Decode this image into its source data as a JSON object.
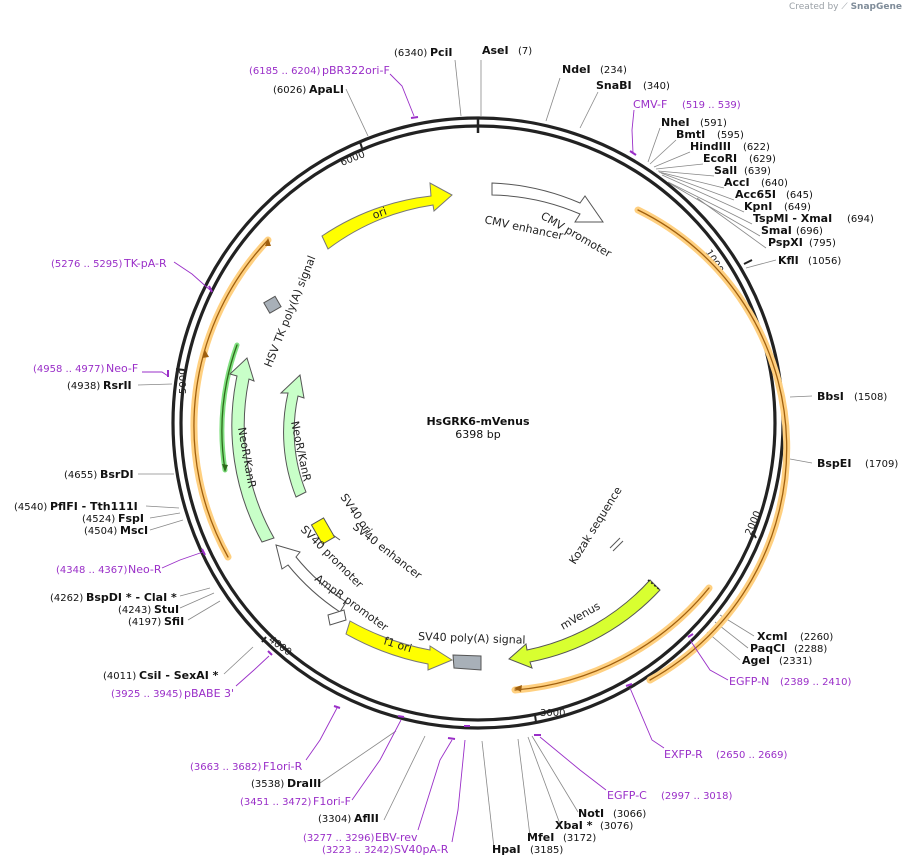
{
  "credit": {
    "prefix": "Created by",
    "brand": "SnapGene"
  },
  "plasmid": {
    "name": "HsGRK6-mVenus",
    "length_label": "6398 bp",
    "length": 6398
  },
  "colors": {
    "backbone": "#222222",
    "site_label": "#111111",
    "primer": "#9a2fc8",
    "ori": "#ffff00",
    "marker": "#c8ffc8",
    "mvenus": "#d8ff30",
    "polyA": "#a8b0b8",
    "orf_glow": "#ffd080",
    "orf_line": "#b8860b",
    "promoter": "#ffffff"
  },
  "ticks": [
    "1000",
    "2000",
    "3000",
    "4000",
    "5000",
    "6000"
  ],
  "sites": [
    {
      "name": "PciI",
      "pos": "(6340)"
    },
    {
      "name": "AseI",
      "pos": "(7)"
    },
    {
      "name": "NdeI",
      "pos": "(234)"
    },
    {
      "name": "SnaBI",
      "pos": "(340)"
    },
    {
      "name": "NheI",
      "pos": "(591)"
    },
    {
      "name": "BmtI",
      "pos": "(595)"
    },
    {
      "name": "HindIII",
      "pos": "(622)"
    },
    {
      "name": "EcoRI",
      "pos": "(629)"
    },
    {
      "name": "SalI",
      "pos": "(639)"
    },
    {
      "name": "AccI",
      "pos": "(640)"
    },
    {
      "name": "Acc65I",
      "pos": "(645)"
    },
    {
      "name": "KpnI",
      "pos": "(649)"
    },
    {
      "name": "TspMI - XmaI",
      "pos": "(694)"
    },
    {
      "name": "SmaI",
      "pos": "(696)"
    },
    {
      "name": "PspXI",
      "pos": "(795)"
    },
    {
      "name": "KflI",
      "pos": "(1056)"
    },
    {
      "name": "BbsI",
      "pos": "(1508)"
    },
    {
      "name": "BspEI",
      "pos": "(1709)"
    },
    {
      "name": "XcmI",
      "pos": "(2260)"
    },
    {
      "name": "PaqCI",
      "pos": "(2288)"
    },
    {
      "name": "AgeI",
      "pos": "(2331)"
    },
    {
      "name": "NotI",
      "pos": "(3066)"
    },
    {
      "name": "XbaI *",
      "pos": "(3076)"
    },
    {
      "name": "MfeI",
      "pos": "(3172)"
    },
    {
      "name": "HpaI",
      "pos": "(3185)"
    },
    {
      "name": "AflII",
      "pos": "(3304)"
    },
    {
      "name": "DraIII",
      "pos": "(3538)"
    },
    {
      "name": "CsiI - SexAI *",
      "pos": "(4011)"
    },
    {
      "name": "SfiI",
      "pos": "(4197)"
    },
    {
      "name": "StuI",
      "pos": "(4243)"
    },
    {
      "name": "BspDI * - ClaI *",
      "pos": "(4262)"
    },
    {
      "name": "MscI",
      "pos": "(4504)"
    },
    {
      "name": "FspI",
      "pos": "(4524)"
    },
    {
      "name": "PflFI - Tth111I",
      "pos": "(4540)"
    },
    {
      "name": "BsrDI",
      "pos": "(4655)"
    },
    {
      "name": "RsrII",
      "pos": "(4938)"
    },
    {
      "name": "ApaLI",
      "pos": "(6026)"
    }
  ],
  "primers": [
    {
      "name": "pBR322ori-F",
      "pos": "(6185 .. 6204)"
    },
    {
      "name": "CMV-F",
      "pos": "(519 .. 539)"
    },
    {
      "name": "EGFP-N",
      "pos": "(2389 .. 2410)"
    },
    {
      "name": "EXFP-R",
      "pos": "(2650 .. 2669)"
    },
    {
      "name": "EGFP-C",
      "pos": "(2997 .. 3018)"
    },
    {
      "name": "SV40pA-R",
      "pos": "(3223 .. 3242)"
    },
    {
      "name": "EBV-rev",
      "pos": "(3277 .. 3296)"
    },
    {
      "name": "F1ori-F",
      "pos": "(3451 .. 3472)"
    },
    {
      "name": "F1ori-R",
      "pos": "(3663 .. 3682)"
    },
    {
      "name": "pBABE 3'",
      "pos": "(3925 .. 3945)"
    },
    {
      "name": "Neo-R",
      "pos": "(4348 .. 4367)"
    },
    {
      "name": "Neo-F",
      "pos": "(4958 .. 4977)"
    },
    {
      "name": "TK-pA-R",
      "pos": "(5276 .. 5295)"
    }
  ],
  "features": {
    "ori": "ori",
    "cmv_enhancer": "CMV enhancer",
    "cmv_promoter": "CMV promoter",
    "hsv_tk": "HSV TK poly(A) signal",
    "neo_outer": "NeoR/KanR",
    "neo_inner": "NeoR/KanR",
    "sv40_ori": "SV40 ori",
    "sv40_enhancer": "SV40 enhancer",
    "sv40_promoter": "SV40 promoter",
    "ampr_promoter": "AmpR promoter",
    "f1_ori": "f1 ori",
    "sv40_polyA": "SV40 poly(A) signal",
    "kozak": "Kozak sequence",
    "mvenus": "mVenus"
  }
}
